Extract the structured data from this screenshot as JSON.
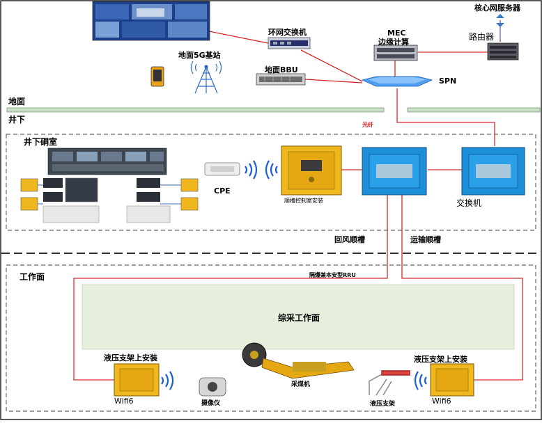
{
  "labels": {
    "core_server": "核心网服务器",
    "ring_switch": "环网交换机",
    "mec_line1": "MEC",
    "mec_line2": "边缘计算",
    "router": "路由器",
    "base_station": "地面5G基站",
    "bbu": "地面BBU",
    "spn": "SPN",
    "ground": "地面",
    "underground": "井下",
    "fiber": "光纤",
    "chamber": "井下硐室",
    "cpe": "CPE",
    "trough_install": "顺槽控制室安装",
    "switch": "交换机",
    "return_air": "回风顺槽",
    "transport": "运输顺槽",
    "working_face": "工作面",
    "rru": "隔爆兼本安型RRU",
    "fully_mech": "综采工作面",
    "support_install_left": "液压支架上安装",
    "support_install_right": "液压支架上安装",
    "wifi_left": "Wifi6",
    "wifi_right": "Wifi6",
    "camera": "摄像仪",
    "shearer": "采煤机",
    "hydraulic": "液压支架"
  },
  "colors": {
    "link_red": "#d42a2a",
    "device_yellow": "#f0b81e",
    "device_blue": "#1e8fd6",
    "wifi_blue": "#1a5fd0",
    "ground_bar": "#c8e0c8",
    "work_area": "#e6eedc"
  },
  "icons": {
    "monitor": "monitor-screen-icon",
    "phone": "phone-terminal-icon",
    "tower": "antenna-tower-icon",
    "rack": "rack-device-icon",
    "wifi": "wireless-signal-icon",
    "cabinet": "explosion-proof-cabinet-icon",
    "camera": "camera-icon",
    "shearer": "shearer-icon"
  }
}
